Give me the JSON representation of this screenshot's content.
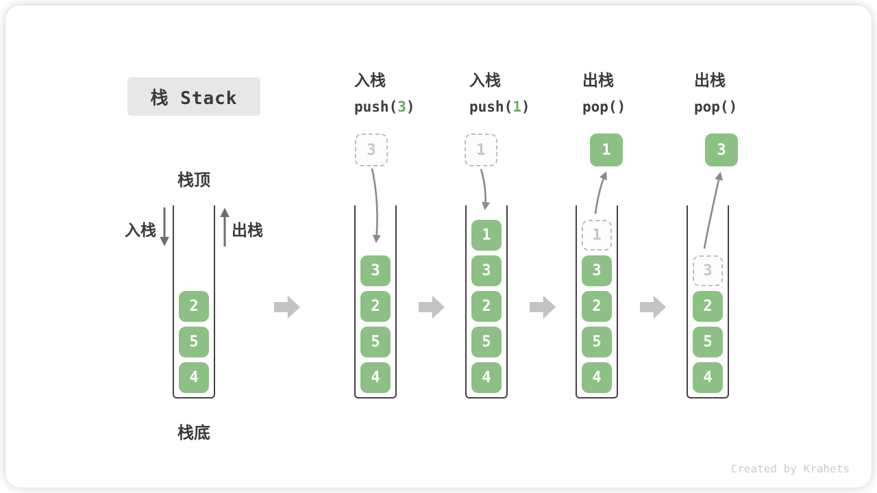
{
  "title": "栈 Stack",
  "side_labels": {
    "stack_top": "栈顶",
    "stack_bottom": "栈底",
    "push": "入栈",
    "pop": "出栈"
  },
  "operations": [
    {
      "label": "入栈",
      "code_pre": "push(",
      "code_arg": "3",
      "code_post": ")"
    },
    {
      "label": "入栈",
      "code_pre": "push(",
      "code_arg": "1",
      "code_post": ")"
    },
    {
      "label": "出栈",
      "code_pre": "pop(",
      "code_arg": "",
      "code_post": ")"
    },
    {
      "label": "出栈",
      "code_pre": "pop(",
      "code_arg": "",
      "code_post": ")"
    }
  ],
  "stacks": [
    {
      "items": [
        {
          "value": "2"
        },
        {
          "value": "5"
        },
        {
          "value": "4"
        }
      ]
    },
    {
      "floating": {
        "value": "3"
      },
      "items": [
        {
          "value": "3"
        },
        {
          "value": "2"
        },
        {
          "value": "5"
        },
        {
          "value": "4"
        }
      ]
    },
    {
      "floating": {
        "value": "1"
      },
      "items": [
        {
          "value": "1"
        },
        {
          "value": "3"
        },
        {
          "value": "2"
        },
        {
          "value": "5"
        },
        {
          "value": "4"
        }
      ]
    },
    {
      "floating": {
        "value": "1"
      },
      "items": [
        {
          "value": "1"
        },
        {
          "value": "3"
        },
        {
          "value": "2"
        },
        {
          "value": "5"
        },
        {
          "value": "4"
        }
      ]
    },
    {
      "floating": {
        "value": "3"
      },
      "items": [
        {
          "value": "3"
        },
        {
          "value": "2"
        },
        {
          "value": "5"
        },
        {
          "value": "4"
        }
      ]
    }
  ],
  "watermark": "Created by Krahets",
  "colors": {
    "cell_green": "#8cc084",
    "code_arg_green": "#6fa95f",
    "ghost_border": "#bdbdbd",
    "ghost_text": "#c6c6c6",
    "frame_stroke": "#424242",
    "curve_arrow": "#8a8a8a",
    "straight_arrow": "#6e6e6e",
    "block_arrow": "#c3c3c3",
    "title_bg": "#e7e7e7",
    "text_dark": "#3c3c3c",
    "watermark_gray": "#cbcbcb"
  }
}
